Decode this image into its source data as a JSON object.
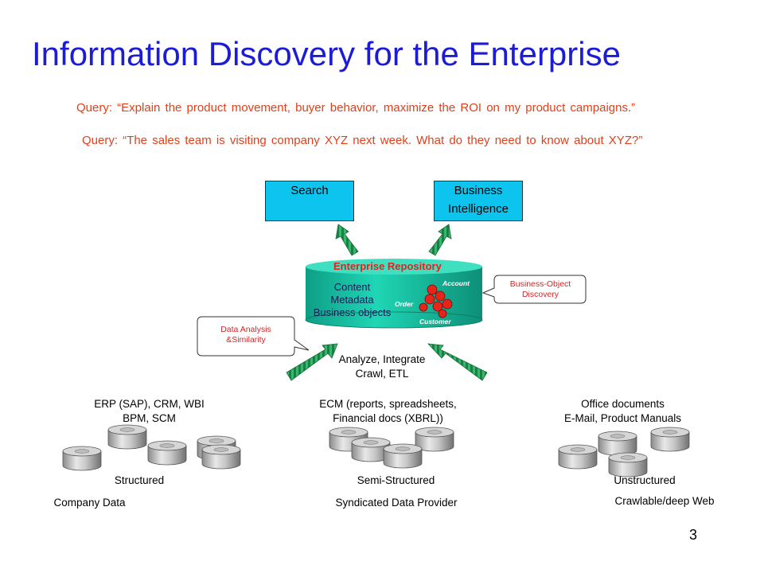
{
  "title": "Information Discovery for the Enterprise",
  "queries": [
    "Query: “Explain the product movement, buyer behavior, maximize the ROI on my product campaigns.”",
    "Query: “The sales team is visiting company XYZ next week. What do they need to know about XYZ?”"
  ],
  "boxes": {
    "search": "Search",
    "bi_line1": "Business",
    "bi_line2": "Intelligence"
  },
  "repository": {
    "title": "Enterprise Repository",
    "line1": "Content",
    "line2": "Metadata",
    "line3": "Business objects",
    "account": "Account",
    "order": "Order",
    "customer": "Customer"
  },
  "callouts": {
    "bo_line1": "Business-Object",
    "bo_line2": "Discovery",
    "da_line1": "Data Analysis",
    "da_line2": "&Similarity"
  },
  "analyze": {
    "line1": "Analyze, Integrate",
    "line2": "Crawl, ETL"
  },
  "sources": {
    "erp_line1": "ERP (SAP), CRM, WBI",
    "erp_line2": "BPM, SCM",
    "ecm_line1": "ECM (reports, spreadsheets,",
    "ecm_line2": "Financial docs (XBRL))",
    "office_line1": "Office documents",
    "office_line2": "E-Mail, Product Manuals"
  },
  "categories": {
    "structured": "Structured",
    "semi": "Semi-Structured",
    "unstructured": "Unstructured"
  },
  "providers": {
    "company": "Company Data",
    "syndicated": "Syndicated Data Provider",
    "crawlable": "Crawlable/deep Web"
  },
  "page_number": "3",
  "colors": {
    "title": "#1c1cd6",
    "query": "#e0401a",
    "box_fill": "#0dc4ef",
    "repo_fill": "#12c9a6",
    "arrow": "#37b86e",
    "callout": "#d0282a"
  }
}
